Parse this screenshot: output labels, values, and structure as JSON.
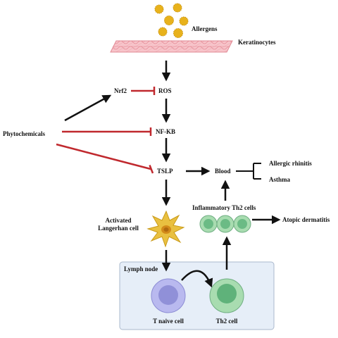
{
  "labels": {
    "allergens": "Allergens",
    "keratinocytes": "Keratinocytes",
    "nrf2": "Nrf2",
    "ros": "ROS",
    "phytochemicals": "Phytochemicals",
    "nfkb": "NF-KB",
    "tslp": "TSLP",
    "blood": "Blood",
    "allergic_rhinitis": "Allergic rhinitis",
    "asthma": "Asthma",
    "inflammatory_th2": "Inflammatory Th2 cells",
    "atopic_dermatitis": "Atopic dermatitis",
    "activated_langerhan_line1": "Activated",
    "activated_langerhan_line2": "Langerhan cell",
    "lymph_node": "Lymph node",
    "t_naive_cell": "T naive cell",
    "th2_cell": "Th2 cell"
  },
  "colors": {
    "activation_arrow": "#111111",
    "inhibition_arrow": "#c0292e",
    "pollen": "#e8b21c",
    "keratinocyte": "#f2a8b0",
    "langerhans_cell": "#e9c040",
    "lymph_node_fill": "#e6eef8",
    "lymph_node_border": "#aab8cc",
    "t_naive_outer": "#b9b9ef",
    "t_naive_inner": "#9090d8",
    "th2_outer": "#a8dcb0",
    "th2_inner": "#5fb27a"
  }
}
